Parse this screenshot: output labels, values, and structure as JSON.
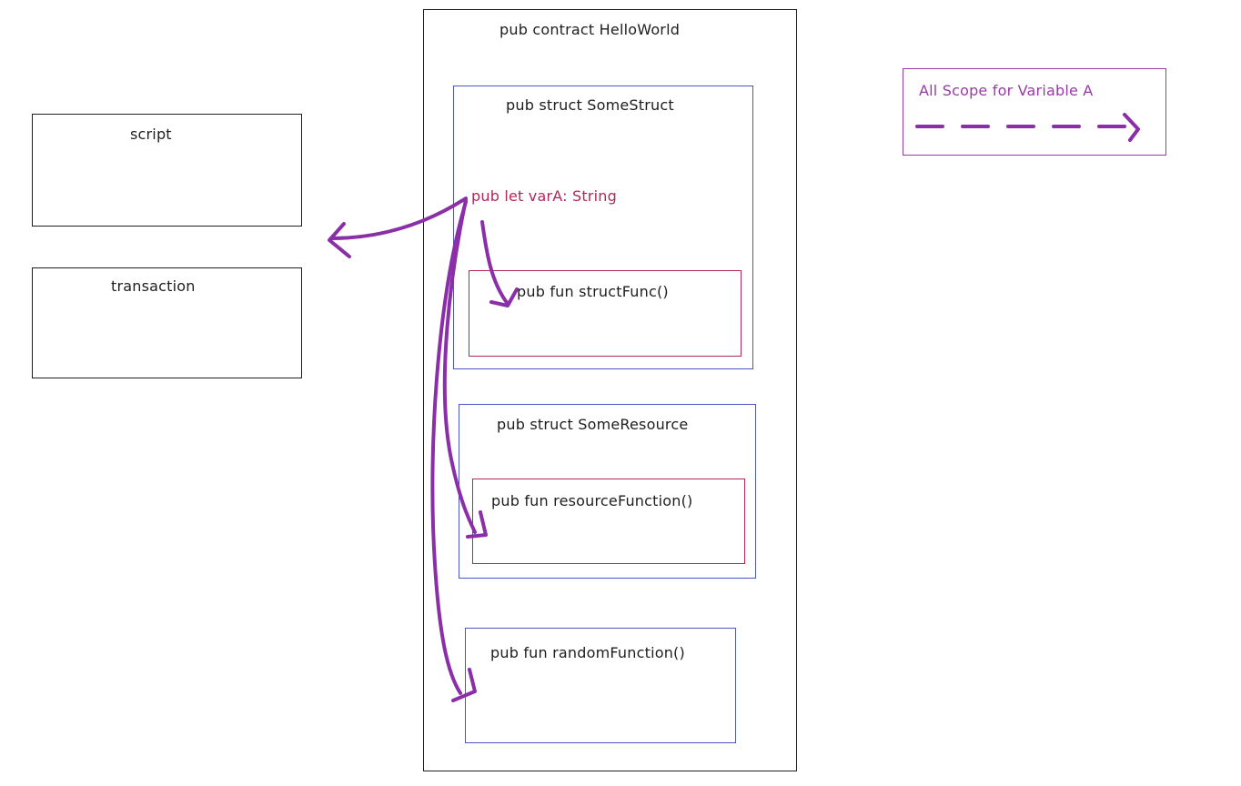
{
  "contract": {
    "label": "pub contract HelloWorld"
  },
  "script_box": {
    "label": "script"
  },
  "transaction_box": {
    "label": "transaction"
  },
  "some_struct": {
    "label": "pub struct SomeStruct",
    "variable": "pub let varA: String",
    "function": "pub fun structFunc()"
  },
  "some_resource": {
    "label": "pub struct SomeResource",
    "function": "pub fun resourceFunction()"
  },
  "random_function": {
    "label": "pub fun randomFunction()"
  },
  "legend": {
    "label": "All Scope for Variable A"
  },
  "colors": {
    "arrow": "#8b2fa8",
    "container": "#1e1e1e",
    "struct_border": "#4a56c6",
    "function_border": "#b0285a",
    "variable_text": "#b0285a"
  }
}
